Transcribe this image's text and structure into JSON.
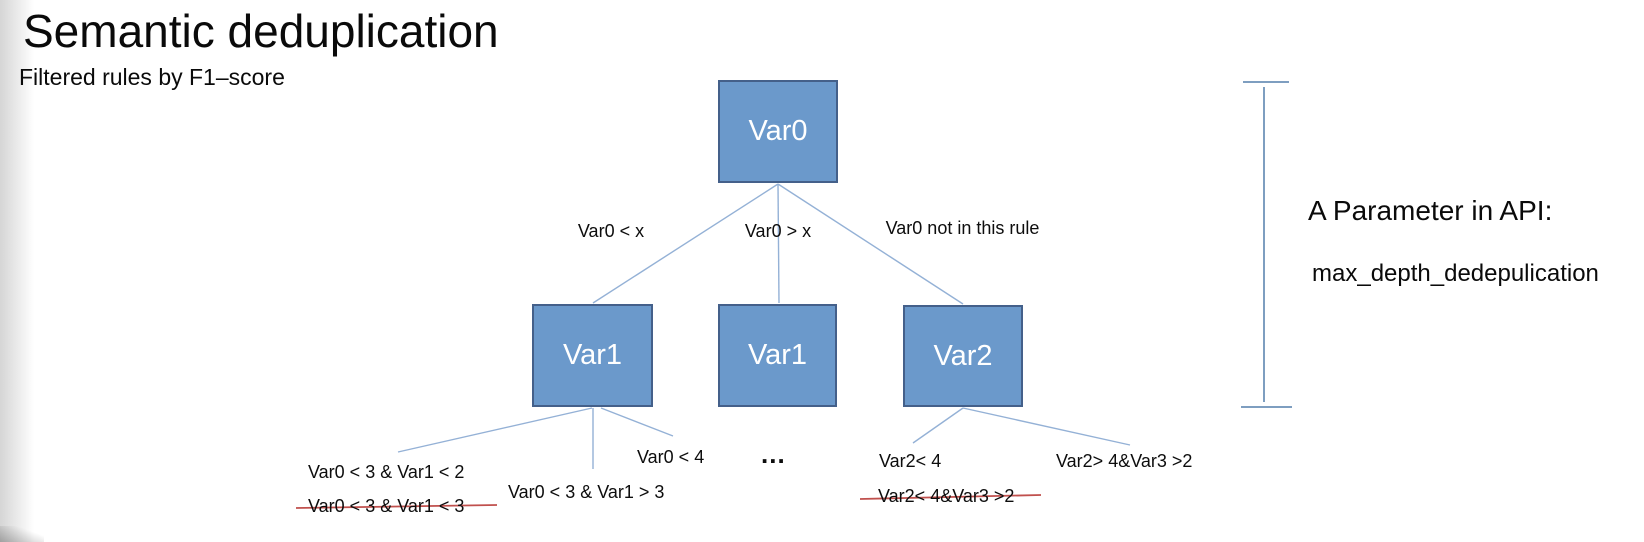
{
  "page": {
    "title": "Semantic deduplication",
    "subtitle": "Filtered rules by F1–score"
  },
  "tree": {
    "root_label": "Var0",
    "edges": [
      {
        "label": "Var0 < x"
      },
      {
        "label": "Var0 > x"
      },
      {
        "label": "Var0 not in this rule"
      }
    ],
    "children": [
      {
        "label": "Var1"
      },
      {
        "label": "Var1"
      },
      {
        "label": "Var2"
      }
    ],
    "ellipsis": "...",
    "leaves": [
      {
        "text": "Var0 < 3 & Var1 < 2",
        "struck": false
      },
      {
        "text": "Var0 < 3 & Var1 < 3",
        "struck": true
      },
      {
        "text": "Var0 < 3 & Var1 > 3",
        "struck": false
      },
      {
        "text": "Var0 < 4",
        "struck": false
      },
      {
        "text": "Var2< 4",
        "struck": false
      },
      {
        "text": "Var2> 4&Var3 >2",
        "struck": false
      },
      {
        "text": "Var2< 4&Var3 >2",
        "struck": true
      }
    ]
  },
  "annotation": {
    "heading": "A Parameter in API:",
    "parameter": "max_depth_dedepulication"
  },
  "colors": {
    "node_fill": "#6B99CB",
    "node_border": "#44608A",
    "edge_color": "#94B1D6",
    "bracket_color": "#7E9EC0",
    "strike_color": "#C0504D",
    "text_color": "#111111",
    "bg_color": "#FFFFFF"
  }
}
